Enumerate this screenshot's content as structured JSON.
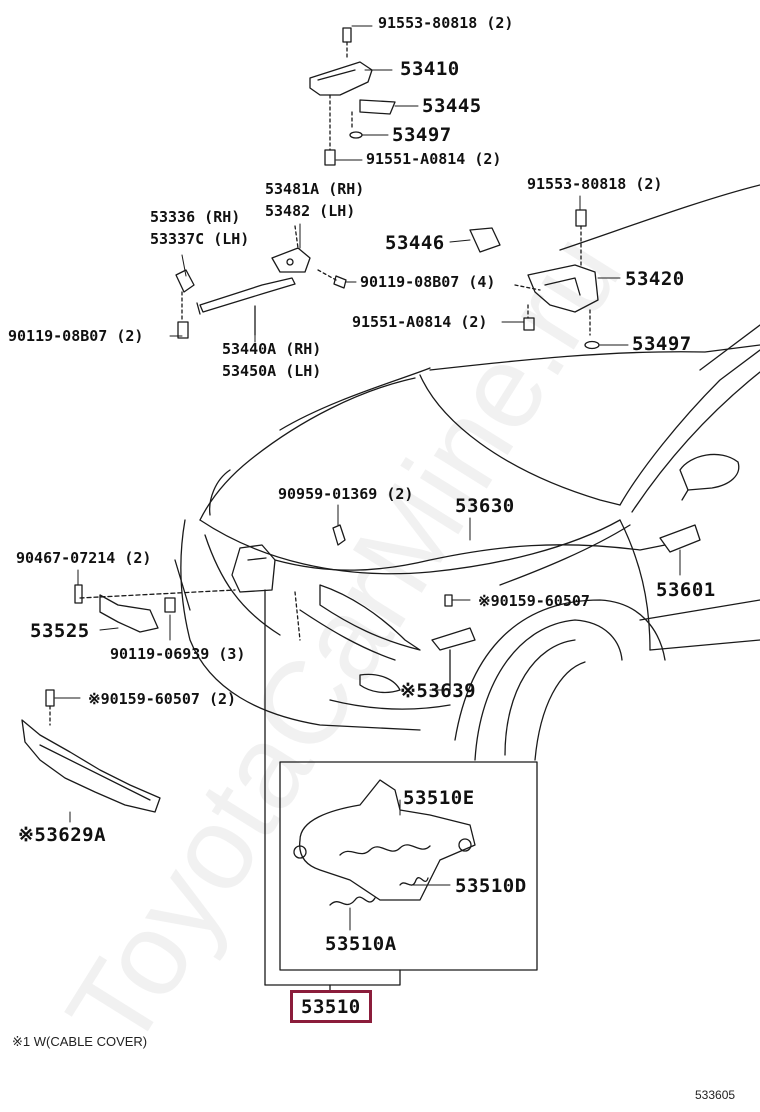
{
  "watermark": "ToyotaCarMine.ru",
  "callouts": {
    "c_91553_top": "91553-80818 (2)",
    "c_53410": "53410",
    "c_53445": "53445",
    "c_53497_top": "53497",
    "c_91551_top": "91551-A0814 (2)",
    "c_53481a": "53481A (RH)",
    "c_53482": "53482 (LH)",
    "c_53336": "53336 (RH)",
    "c_53337c": "53337C (LH)",
    "c_91553_right": "91553-80818 (2)",
    "c_53446": "53446",
    "c_53420": "53420",
    "c_90119_08b07_4": "90119-08B07 (4)",
    "c_90119_08b07_2": "90119-08B07 (2)",
    "c_91551_right": "91551-A0814 (2)",
    "c_53497_right": "53497",
    "c_53440a": "53440A (RH)",
    "c_53450a": "53450A (LH)",
    "c_90959": "90959-01369 (2)",
    "c_53630": "53630",
    "c_90467": "90467-07214 (2)",
    "c_90159_right": "※90159-60507",
    "c_53601": "53601",
    "c_53525": "53525",
    "c_90119_06939": "90119-06939 (3)",
    "c_53639": "※53639",
    "c_90159_left": "※90159-60507 (2)",
    "c_53629a": "※53629A",
    "c_53510e": "53510E",
    "c_53510d": "53510D",
    "c_53510a": "53510A",
    "c_53510": "53510"
  },
  "footnote": "※1 W(CABLE COVER)",
  "diagram_code": "533605",
  "colors": {
    "highlight_border": "#8b1d3b",
    "line": "#1a1a1a"
  }
}
